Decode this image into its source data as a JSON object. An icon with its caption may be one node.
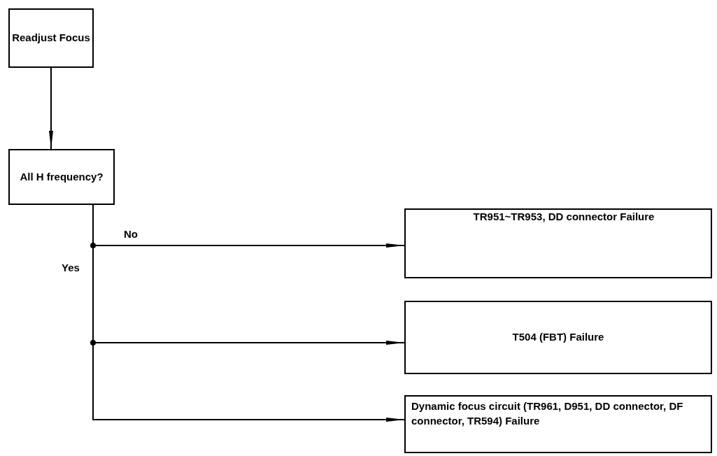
{
  "diagram": {
    "nodes": [
      {
        "text": [
          "Readjust Focus"
        ]
      },
      {
        "text": [
          "All H frequency?"
        ]
      },
      {
        "text": [
          "TR951~TR953, DD connector Failure"
        ]
      },
      {
        "text": [
          "T504 (FBT) Failure"
        ]
      },
      {
        "text": [
          "Dynamic focus circuit (TR961, D951, DD connector, DF connector, TR594) Failure"
        ]
      }
    ],
    "edges": [
      {
        "from": 0,
        "to": 1,
        "arrow": "to"
      },
      {
        "from": 1,
        "to": 2,
        "arrow": "to",
        "label": "No"
      },
      {
        "from": 1,
        "to": 3,
        "arrow": "to"
      },
      {
        "from": 1,
        "to": 4,
        "arrow": "to"
      }
    ],
    "labels": [
      "Yes"
    ]
  }
}
